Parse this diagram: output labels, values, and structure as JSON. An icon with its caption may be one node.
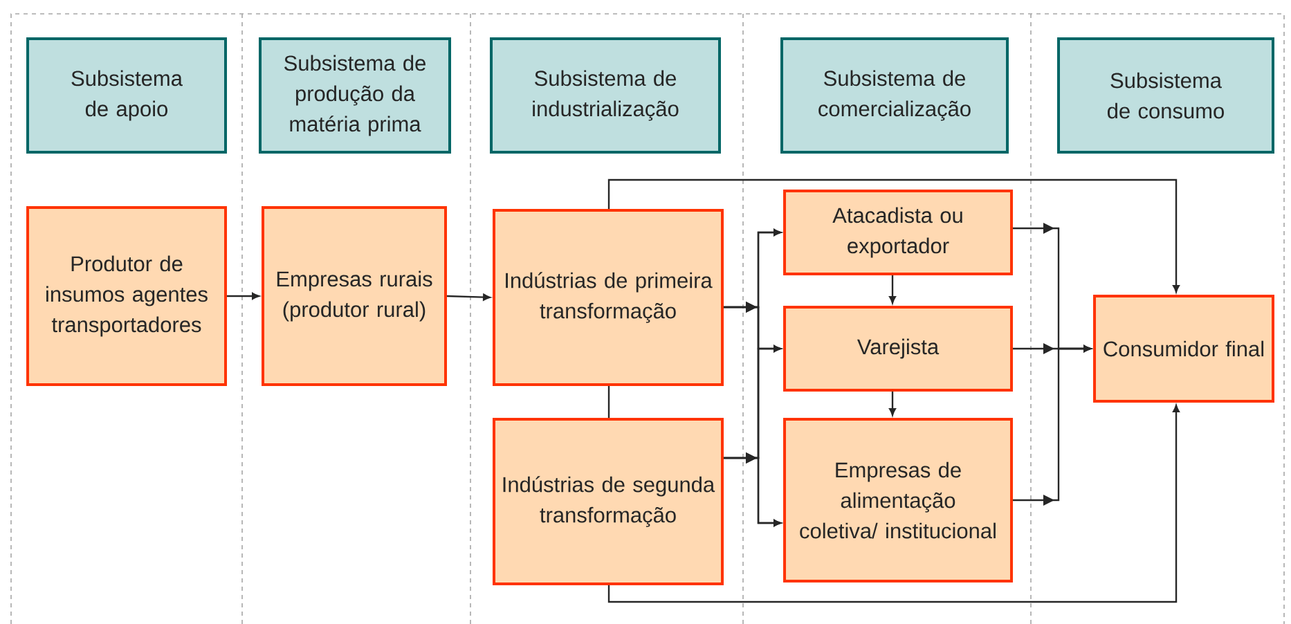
{
  "diagram": {
    "nodes": [
      {
        "text": [
          "Subsistema de apoio"
        ]
      },
      {
        "text": [
          "Subsistema de produção da matéria prima"
        ]
      },
      {
        "text": [
          "Subsistema de industrialização"
        ]
      },
      {
        "text": [
          "Subsistema de comercialização"
        ]
      },
      {
        "text": [
          "Subsistema de consumo"
        ]
      },
      {
        "text": [
          "Produtor de insumos agentes transportadores"
        ]
      },
      {
        "text": [
          "Empresas rurais (produtor rural)"
        ]
      },
      {
        "text": [
          "Indústrias de primeira transformação"
        ]
      },
      {
        "text": [
          "Indústrias de segunda transformação"
        ]
      },
      {
        "text": [
          "Atacadista ou exportador"
        ]
      },
      {
        "text": [
          "Varejista"
        ]
      },
      {
        "text": [
          "Empresas de alimentação coletiva/ institucional"
        ]
      },
      {
        "text": [
          "Consumidor final"
        ]
      }
    ],
    "edges": [
      {
        "from": 5,
        "to": 6,
        "arrow": "to"
      },
      {
        "from": 6,
        "to": 7,
        "arrow": "to"
      },
      {
        "from": 7,
        "to": 9,
        "arrow": "to"
      },
      {
        "from": 7,
        "to": 10,
        "arrow": "to"
      },
      {
        "from": 7,
        "to": 11,
        "arrow": "to"
      },
      {
        "from": 8,
        "to": 9,
        "arrow": "to"
      },
      {
        "from": 8,
        "to": 10,
        "arrow": "to"
      },
      {
        "from": 8,
        "to": 11,
        "arrow": "to"
      },
      {
        "from": 9,
        "to": 10,
        "arrow": "to"
      },
      {
        "from": 10,
        "to": 11,
        "arrow": "to"
      },
      {
        "from": 9,
        "to": 12,
        "arrow": "to"
      },
      {
        "from": 10,
        "to": 12,
        "arrow": "to"
      },
      {
        "from": 11,
        "to": 12,
        "arrow": "to"
      },
      {
        "from": 7,
        "to": 8,
        "arrow": "none"
      },
      {
        "from": 7,
        "to": 12,
        "arrow": "to"
      },
      {
        "from": 8,
        "to": 12,
        "arrow": "to"
      }
    ]
  }
}
